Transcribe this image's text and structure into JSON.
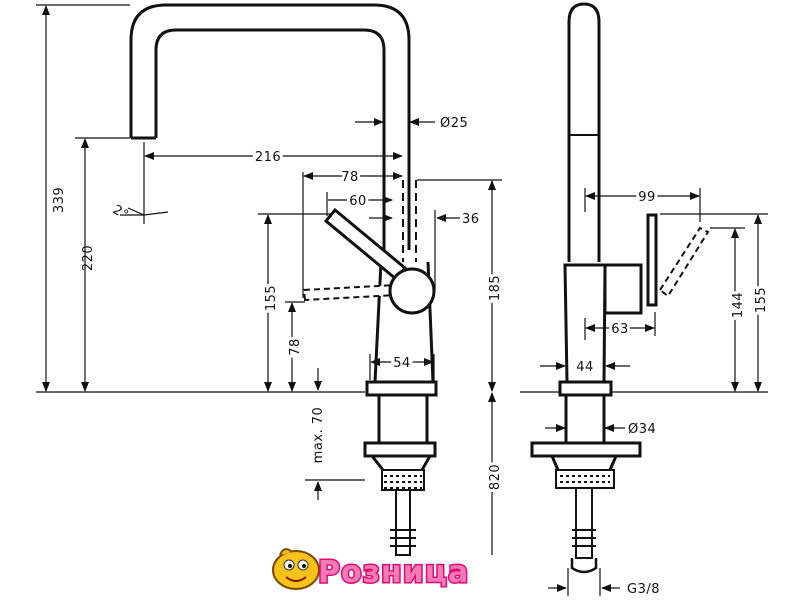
{
  "front_view": {
    "labels": {
      "overall_height": "339",
      "spout_height": "220",
      "spout_reach": "216",
      "spout_diameter": "Ø25",
      "angle": "2°",
      "lever_reach_78": "78",
      "lever_reach_60": "60",
      "lever_width": "36",
      "lever_height_155": "155",
      "lever_height_78": "78",
      "body_height": "185",
      "base_width": "54",
      "max_deck": "max. 70",
      "hose_length": "820"
    }
  },
  "side_view": {
    "labels": {
      "lever_reach": "99",
      "lever_height_144": "144",
      "lever_height_155": "155",
      "lever_depth": "63",
      "base_depth": "44",
      "shank_diameter": "Ø34",
      "thread": "G3/8"
    }
  },
  "logo": {
    "text": "Розница",
    "colors": {
      "fill": "#f47ab8",
      "outline": "#e10b72",
      "mascot": "#f7c21a"
    }
  }
}
